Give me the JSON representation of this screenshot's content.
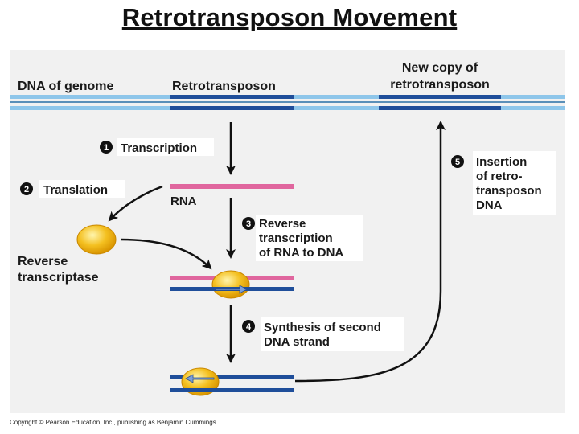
{
  "title": "Retrotransposon Movement",
  "labels": {
    "dna_of_genome": "DNA of genome",
    "retrotransposon": "Retrotransposon",
    "new_copy_line1": "New copy of",
    "new_copy_line2": "retrotransposon",
    "rna": "RNA",
    "reverse_transcriptase_line1": "Reverse",
    "reverse_transcriptase_line2": "transcriptase"
  },
  "steps": [
    {
      "number": "1",
      "lines": [
        "Transcription"
      ]
    },
    {
      "number": "2",
      "lines": [
        "Translation"
      ]
    },
    {
      "number": "3",
      "lines": [
        "Reverse",
        "transcription",
        "of RNA to DNA"
      ]
    },
    {
      "number": "4",
      "lines": [
        "Synthesis of second",
        "DNA strand"
      ]
    },
    {
      "number": "5",
      "lines": [
        "Insertion",
        "of retro-",
        "transposon",
        "DNA"
      ]
    }
  ],
  "credit": "Copyright © Pearson Education, Inc., publishing as Benjamin Cummings.",
  "colors": {
    "genome_dna": "#8ec6ea",
    "retro_dna": "#1f4e9a",
    "rna": "#e0669e",
    "enzyme": "#f4b416",
    "arrow": "#111111",
    "panel": "#f1f1f1"
  }
}
